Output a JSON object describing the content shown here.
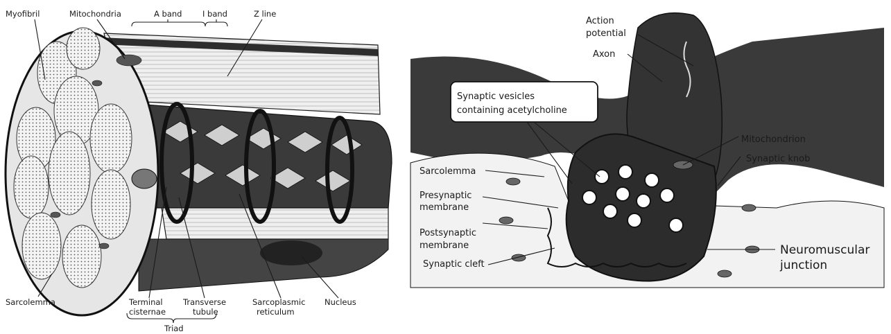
{
  "muscle_fiber": {
    "labels": {
      "myofibril": "Myofibril",
      "mitochondria": "Mitochondria",
      "a_band": "A band",
      "i_band": "I band",
      "z_line": "Z line",
      "sarcolemma": "Sarcolemma",
      "terminal_1": "Terminal",
      "terminal_2": "cisternae",
      "transverse_1": "Transverse",
      "transverse_2": "tubule",
      "sarcoplasmic_1": "Sarcoplasmic",
      "sarcoplasmic_2": "reticulum",
      "nucleus": "Nucleus",
      "triad": "Triad"
    }
  },
  "neuromuscular": {
    "labels": {
      "action_1": "Action",
      "action_2": "potential",
      "axon": "Axon",
      "vesicles_1": "Synaptic vesicles",
      "vesicles_2": "containing acetylcholine",
      "mitochondrion": "Mitochondrion",
      "synaptic_knob": "Synaptic knob",
      "sarcolemma": "Sarcolemma",
      "presynaptic_1": "Presynaptic",
      "presynaptic_2": "membrane",
      "postsynaptic_1": "Postsynaptic",
      "postsynaptic_2": "membrane",
      "cleft": "Synaptic cleft",
      "nmj_1": "Neuromuscular",
      "nmj_2": "junction"
    }
  },
  "colors": {
    "ink": "#1a1a1a",
    "dark_tissue": "#3a3a3a",
    "light_tissue": "#eeeeee"
  }
}
